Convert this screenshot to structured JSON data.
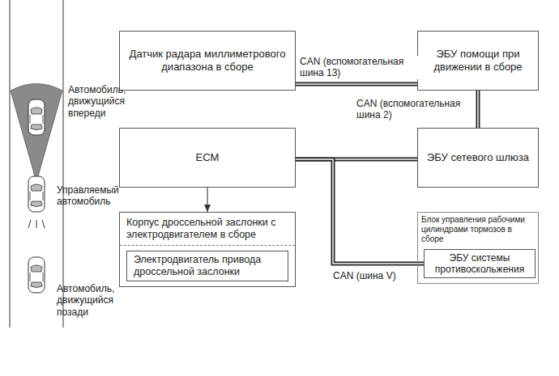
{
  "diagram": {
    "nodes": [
      {
        "text": [
          "Датчик радара миллиметрового диапазона в сборе"
        ]
      },
      {
        "text": [
          "ЭБУ помощи при движении в сборе"
        ]
      },
      {
        "text": [
          "ECM"
        ]
      },
      {
        "text": [
          "ЭБУ сетевого шлюза"
        ]
      },
      {
        "text": [
          "Корпус дроссельной заслонки с электродвигателем в сборе"
        ]
      },
      {
        "text": [
          "Электродвигатель привода дроссельной заслонки"
        ],
        "in": 4
      },
      {
        "text": [
          "Блок управления рабочими цилиндрами тормозов в сборе"
        ]
      },
      {
        "text": [
          "ЭБУ системы противоскольжения"
        ],
        "in": 6
      }
    ],
    "edges": [
      {
        "from": 0,
        "to": 1,
        "label": "CAN (вспомогательная шина 13)",
        "arrow": "none"
      },
      {
        "from": 1,
        "to": 3,
        "label": "CAN (вспомогательная шина 2)",
        "arrow": "none"
      },
      {
        "from": 2,
        "to": 3,
        "arrow": "none"
      },
      {
        "from": 2,
        "to": 4,
        "arrow": "to"
      },
      {
        "from": 2,
        "to": 7,
        "label": "CAN (шина V)",
        "arrow": "none"
      }
    ],
    "labels": [
      "Автомобиль, движущийся впереди",
      "Управляемый автомобиль",
      "Автомобиль, движущийся позади"
    ]
  }
}
